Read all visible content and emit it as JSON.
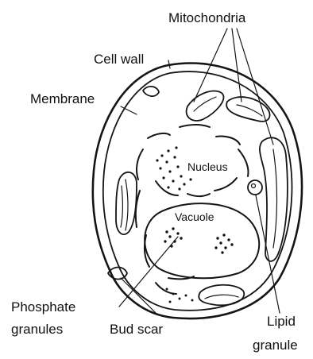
{
  "labels": {
    "mitochondria": "Mitochondria",
    "cell_wall": "Cell wall",
    "membrane": "Membrane",
    "nucleus": "Nucleus",
    "vacuole": "Vacuole",
    "phosphate_line1": "Phosphate",
    "phosphate_line2": "granules",
    "bud_scar": "Bud scar",
    "lipid_line1": "Lipid",
    "lipid_line2": "granule"
  },
  "colors": {
    "ink": "#151515",
    "shade": "#bdbdbd",
    "background": "#ffffff"
  }
}
